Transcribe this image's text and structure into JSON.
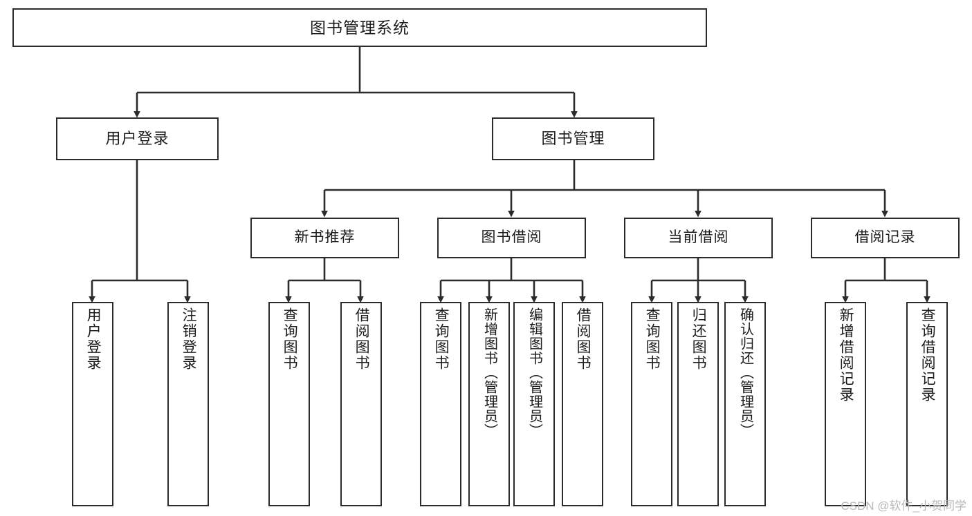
{
  "diagram": {
    "type": "tree-hierarchy-diagram",
    "title": "图书管理系统",
    "colors": {
      "box_border": "#2b2b2b",
      "box_fill": "#ffffff",
      "connector": "#2b2b2b",
      "text": "#1c1c1c",
      "watermark": "#b9b9b9",
      "background": "#ffffff"
    },
    "root": {
      "label": "图书管理系统"
    },
    "level2": [
      {
        "label": "用户登录"
      },
      {
        "label": "图书管理"
      }
    ],
    "level3": [
      {
        "label": "新书推荐"
      },
      {
        "label": "图书借阅"
      },
      {
        "label": "当前借阅"
      },
      {
        "label": "借阅记录"
      }
    ],
    "leaves": {
      "user_login": [
        {
          "label": "用户登录"
        },
        {
          "label": "注销登录"
        }
      ],
      "new_book_recommend": [
        {
          "label": "查询图书"
        },
        {
          "label": "借阅图书"
        }
      ],
      "book_borrow": [
        {
          "label": "查询图书"
        },
        {
          "label": "新增图书（管理员）"
        },
        {
          "label": "编辑图书（管理员）"
        },
        {
          "label": "借阅图书"
        }
      ],
      "current_borrow": [
        {
          "label": "查询图书"
        },
        {
          "label": "归还图书"
        },
        {
          "label": "确认归还（管理员）"
        }
      ],
      "borrow_record": [
        {
          "label": "新增借阅记录"
        },
        {
          "label": "查询借阅记录"
        }
      ]
    },
    "watermark": "CSDN @软件_小贺同学"
  }
}
